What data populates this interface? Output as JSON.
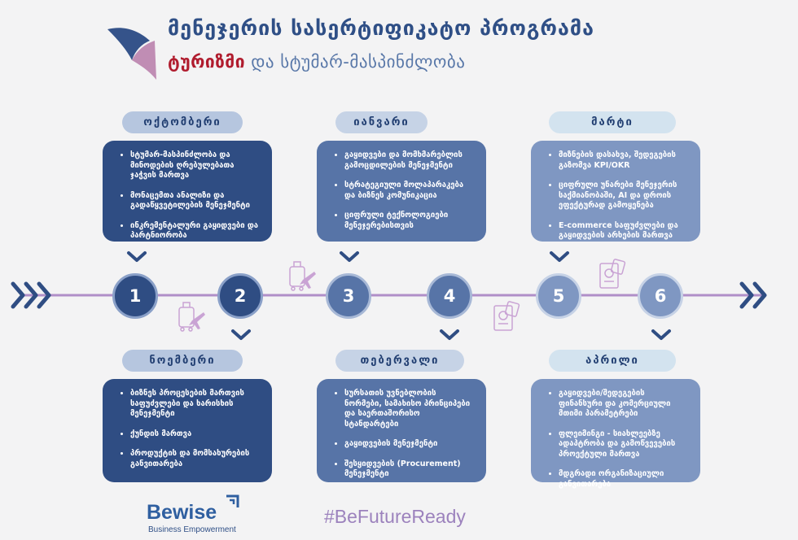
{
  "header": {
    "title": "მენეჯერის სასერტიფიკატო პროგრამა",
    "subtitle_accent": "ტურიზმი",
    "subtitle_rest": " და სტუმარ-მასპინძლობა"
  },
  "colors": {
    "dark": "#2f4d83",
    "mid": "#5774a7",
    "light": "#7f97c2",
    "timeline": "#b08fc8",
    "accent_red": "#b01c2e"
  },
  "steps": [
    {
      "number": "1",
      "month": "ოქტომბერი",
      "items": [
        "სტუმარ-მასპინძლობა და მინოდების ღრებულებათა ჯაჭვის მართვა",
        "მონაცემთა ანალიზი და გადაწყვეტილების მენეჯმენტი",
        "ინკრემენტალური გაყიდვები და პარტნიორობა"
      ]
    },
    {
      "number": "2",
      "month": "ნოემბერი",
      "items": [
        "ბიზნეს პროცესების მართვის საფუძვლები და ხარისხის მენეჯმენტი",
        "ქუნდის მართვა",
        "პროდუქტის და მომსახურების განვითარება"
      ]
    },
    {
      "number": "3",
      "month": "იანვარი",
      "items": [
        "გაყიდვები და მომხმარებლის გამოცდილების მენეჯმენტი",
        "სტრატეგიული მოლაპარაკება და ბიზნეს კომუნიკაცია",
        "ციფრული ტექნოლოგიები მენეჯერებისთვის"
      ]
    },
    {
      "number": "4",
      "month": "თებერვალი",
      "items": [
        "სურსათის უვნებლობის ნორმები, სამახისო პრინციპები და საერთაშორისო სტანდარტები",
        "გაყიდვების მენეჯმენტი",
        "შესყიდვების (Procurement) მენეჯმენტი"
      ]
    },
    {
      "number": "5",
      "month": "მარტი",
      "items": [
        "მიზნების დასახვა, შედეგების გაზომვა KPI/OKR",
        "ციფრული უნარები მენეჯერის საქმიანობაში, AI და დროის ეფექტურად გამოყენება",
        "E-commerce საფუძვლები და გაყიდვების არხების მართვა"
      ]
    },
    {
      "number": "6",
      "month": "აპრილი",
      "items": [
        "გაყიდვები/შედეგების ფინანსური და კომერციული მთიმი პარამეტრები",
        "ფლეიმინგი - სიახლეებზე ადაპტრობა და გამოწვევების პროექტული მართვა",
        "მდგრადი ორგანიზაციული განვითარება"
      ]
    }
  ],
  "footer": {
    "brand": "Bewise",
    "brand_tagline": "Business Empowerment",
    "hashtag": "#BeFutureReady"
  }
}
